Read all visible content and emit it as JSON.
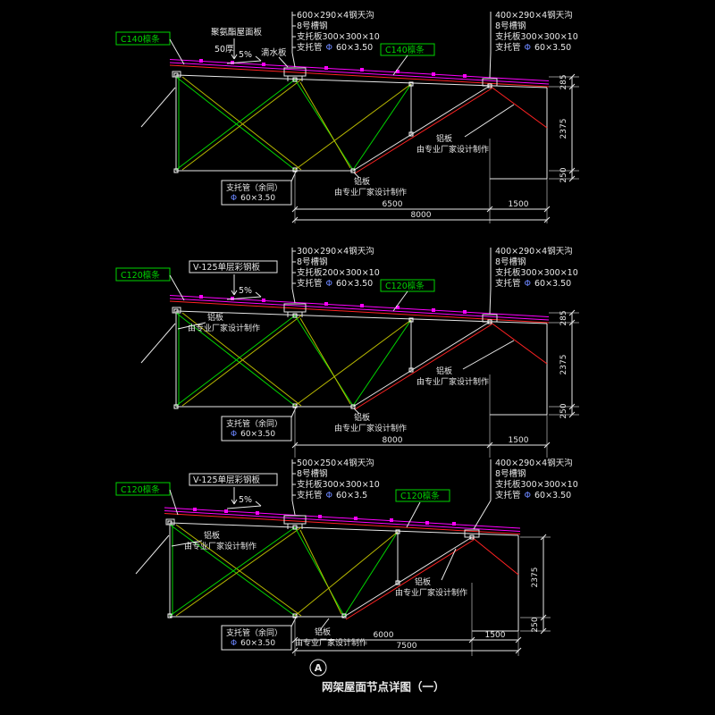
{
  "title_block": {
    "detail_mark": "A",
    "title": "网架屋面节点详图（一）"
  },
  "colors": {
    "background": "#000000",
    "roof_magenta": "#ff00ff",
    "chord_red": "#ff2222",
    "web_green": "#00d400",
    "web_olive": "#b8b800",
    "line_white": "#e8e8e8",
    "phi_blue": "#6b86ff"
  },
  "panels": [
    {
      "name": "detail-1",
      "left": {
        "purlin_box": "C140檩条",
        "roof_sheet": "聚氨酯屋面板",
        "thickness": "50厚",
        "slope": "5%",
        "drip_plate": "滴水板",
        "purlin_box_2": "C140檩条"
      },
      "center_callout": {
        "l1": "600×290×4钢天沟",
        "l2": "8号槽钢",
        "l3": "支托板300×300×10",
        "tube": "支托管",
        "phi": "Φ",
        "tube_size": "60×3.50"
      },
      "right_callout": {
        "l1": "400×290×4钢天沟",
        "l2": "8号槽钢",
        "l3": "支托板300×300×10",
        "tube": "支托管",
        "phi": "Φ",
        "tube_size": "60×3.50"
      },
      "support_tube_note": {
        "l1": "支托管（余同）",
        "phi": "Φ",
        "size": "60×3.50"
      },
      "alum_bottom": {
        "l1": "铝板",
        "l2": "由专业厂家设计制作"
      },
      "alum_right": {
        "l1": "铝板",
        "l2": "由专业厂家设计制作"
      },
      "dims": {
        "span": "6500",
        "overhang": "1500",
        "total": "8000",
        "v_top": "285",
        "v_mid": "2375",
        "v_bot": "250"
      }
    },
    {
      "name": "detail-2",
      "left": {
        "purlin_box": "C120檩条",
        "roof_sheet": "V-125单层彩钢板",
        "slope": "5%",
        "purlin_box_2": "C120檩条"
      },
      "center_callout": {
        "l1": "300×290×4钢天沟",
        "l2": "8号槽钢",
        "l3": "支托板200×300×10",
        "tube": "支托管",
        "phi": "Φ",
        "tube_size": "60×3.50"
      },
      "right_callout": {
        "l1": "400×290×4钢天沟",
        "l2": "8号槽钢",
        "l3": "支托板300×300×10",
        "tube": "支托管",
        "phi": "Φ",
        "tube_size": "60×3.50"
      },
      "alum_left": {
        "l1": "铝板",
        "l2": "由专业厂家设计制作"
      },
      "support_tube_note": {
        "l1": "支托管（余同）",
        "phi": "Φ",
        "size": "60×3.50"
      },
      "alum_bottom": {
        "l1": "铝板",
        "l2": "由专业厂家设计制作"
      },
      "alum_right": {
        "l1": "铝板",
        "l2": "由专业厂家设计制作"
      },
      "dims": {
        "span": "8000",
        "overhang": "1500",
        "v_top": "285",
        "v_mid": "2375",
        "v_bot": "250"
      }
    },
    {
      "name": "detail-3",
      "left": {
        "purlin_box": "C120檩条",
        "roof_sheet": "V-125单层彩钢板",
        "slope": "5%",
        "purlin_box_2": "C120檩条"
      },
      "center_callout": {
        "l1": "500×250×4钢天沟",
        "l2": "8号槽钢",
        "l3": "支托板300×300×10",
        "tube": "支托管",
        "phi": "Φ",
        "tube_size": "60×3.5"
      },
      "right_callout": {
        "l1": "400×290×4钢天沟",
        "l2": "8号槽钢",
        "l3": "支托板300×300×10",
        "tube": "支托管",
        "phi": "Φ",
        "tube_size": "60×3.50"
      },
      "alum_left": {
        "l1": "铝板",
        "l2": "由专业厂家设计制作"
      },
      "support_tube_note": {
        "l1": "支托管（余同）",
        "phi": "Φ",
        "size": "60×3.50"
      },
      "alum_bottom": {
        "l1": "铝板",
        "l2": "由专业厂家设计制作"
      },
      "alum_right": {
        "l1": "铝板",
        "l2": "由专业厂家设计制作"
      },
      "dims": {
        "span": "6000",
        "overhang": "1500",
        "total": "7500",
        "v_mid": "2375",
        "v_bot": "250"
      }
    }
  ]
}
